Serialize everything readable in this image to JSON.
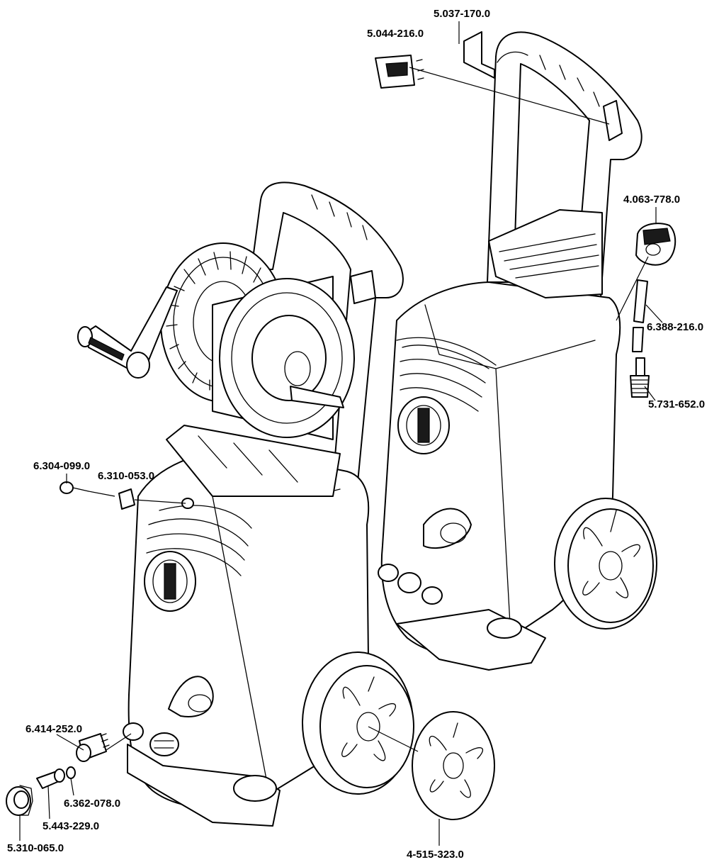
{
  "diagram": {
    "labels": {
      "p_5037170": "5.037-170.0",
      "p_5044216": "5.044-216.0",
      "p_4063778": "4.063-778.0",
      "p_6388216": "6.388-216.0",
      "p_5731652": "5.731-652.0",
      "p_6304099": "6.304-099.0",
      "p_6310053": "6.310-053.0",
      "p_6414252": "6.414-252.0",
      "p_6362078": "6.362-078.0",
      "p_5443229": "5.443-229.0",
      "p_5310065": "5.310-065.0",
      "p_4515323": "4-515-323.0"
    }
  }
}
